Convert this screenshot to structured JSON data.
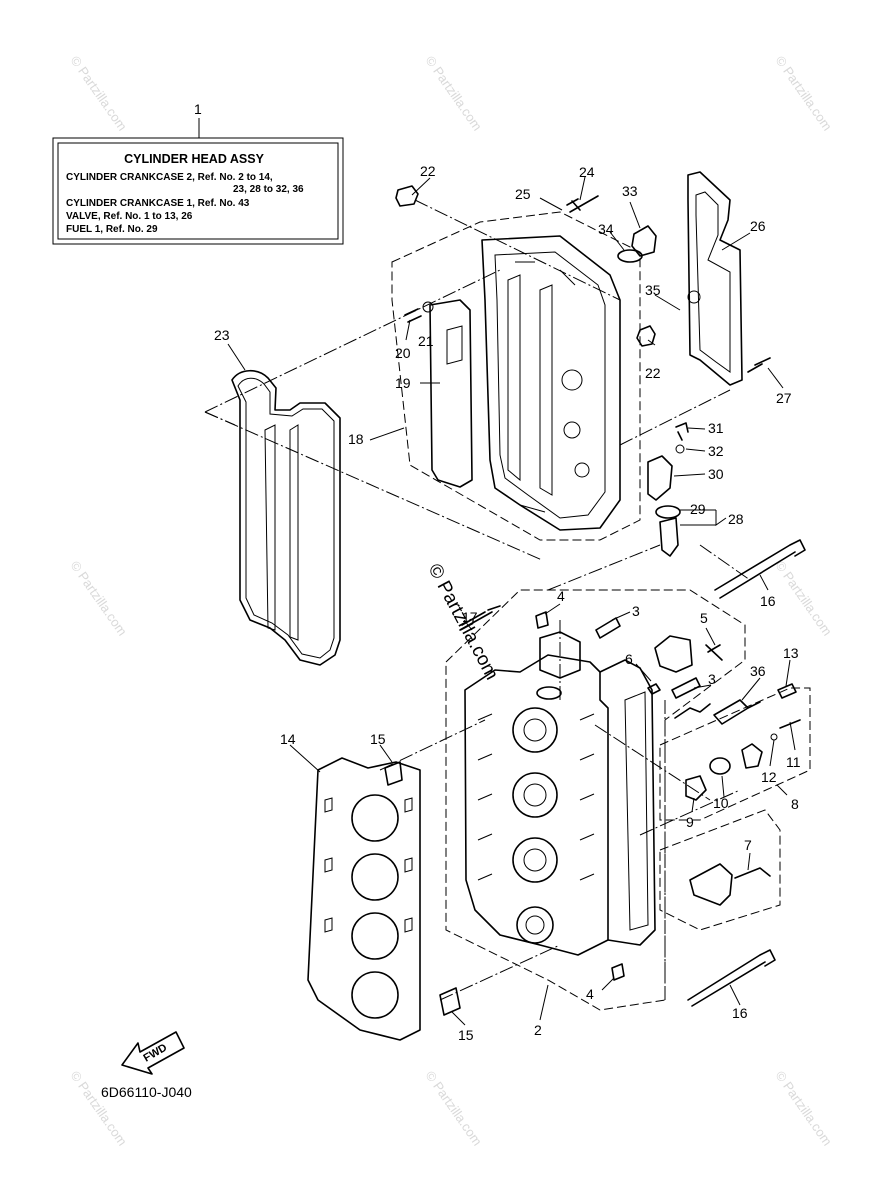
{
  "label_box": {
    "title": "CYLINDER HEAD ASSY",
    "lines": [
      "CYLINDER CRANKCASE 2,  Ref. No. 2 to 14,",
      "23, 28 to 32, 36",
      "CYLINDER CRANKCASE 1,  Ref. No. 43",
      "VALVE,  Ref. No. 1 to 13, 26",
      "FUEL 1,  Ref. No. 29"
    ]
  },
  "callouts": [
    "1",
    "22",
    "24",
    "25",
    "33",
    "34",
    "26",
    "35",
    "22",
    "27",
    "20",
    "21",
    "19",
    "23",
    "18",
    "31",
    "32",
    "30",
    "29",
    "28",
    "16",
    "17",
    "4",
    "3",
    "5",
    "6",
    "3",
    "13",
    "36",
    "14",
    "15",
    "11",
    "12",
    "8",
    "9",
    "10",
    "7",
    "4",
    "16",
    "15",
    "2"
  ],
  "watermark": {
    "text": "© Partzilla.com",
    "center_text": "© Partzilla.com"
  },
  "fwd_label": "FWD",
  "diagram_code": "6D66110-J040",
  "colors": {
    "ink": "#000000",
    "watermark": "#d9d9d9",
    "background": "#ffffff"
  }
}
